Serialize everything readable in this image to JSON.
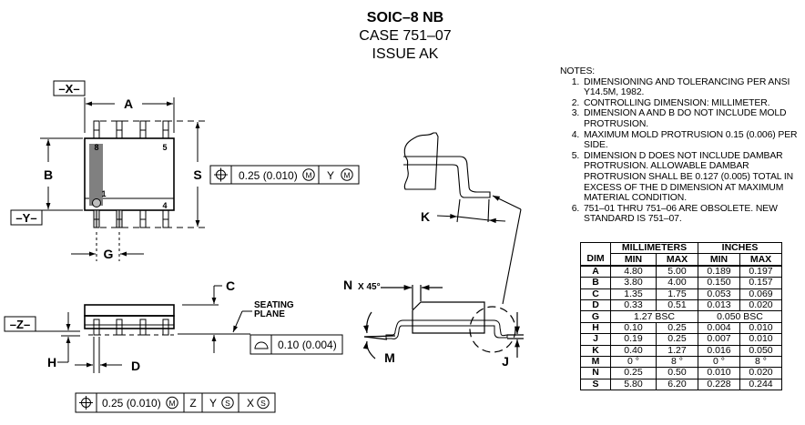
{
  "header": {
    "package": "SOIC–8 NB",
    "case": "CASE 751–07",
    "issue": "ISSUE AK"
  },
  "datums": {
    "x": "–X–",
    "y": "–Y–",
    "z": "–Z–"
  },
  "dimension_labels": {
    "a": "A",
    "b": "B",
    "c": "C",
    "d": "D",
    "g": "G",
    "h": "H",
    "j": "J",
    "k": "K",
    "m": "M",
    "n": "N",
    "s": "S",
    "n_chamfer": "X 45°"
  },
  "pin_labels": {
    "pin8": "8",
    "pin5": "5",
    "pin1": "1",
    "pin4": "4"
  },
  "seating_plane": {
    "line1": "SEATING",
    "line2": "PLANE"
  },
  "tolerance_frames": {
    "position_y": {
      "symbol": "position-icon",
      "value": "0.25 (0.010)",
      "modifier": "M",
      "datum": "Y",
      "datum_modifier": "M"
    },
    "flatness": {
      "symbol": "profile-icon",
      "value": "0.10 (0.004)"
    },
    "position_zyx": {
      "symbol": "position-icon",
      "value": "0.25 (0.010)",
      "modifier": "M",
      "datum1": "Z",
      "datum2": "Y",
      "datum2_modifier": "S",
      "datum3": "X",
      "datum3_modifier": "S"
    }
  },
  "notes": {
    "heading": "NOTES:",
    "items": [
      "DIMENSIONING AND TOLERANCING PER ANSI Y14.5M, 1982.",
      "CONTROLLING DIMENSION: MILLIMETER.",
      "DIMENSION A AND B DO NOT INCLUDE MOLD PROTRUSION.",
      "MAXIMUM MOLD PROTRUSION 0.15 (0.006) PER SIDE.",
      "DIMENSION D DOES NOT INCLUDE DAMBAR PROTRUSION. ALLOWABLE DAMBAR PROTRUSION SHALL BE 0.127 (0.005) TOTAL IN EXCESS OF THE D DIMENSION AT MAXIMUM MATERIAL CONDITION.",
      "751–01 THRU 751–06 ARE OBSOLETE. NEW STANDARD IS 751–07."
    ]
  },
  "table": {
    "group_headers": [
      "MILLIMETERS",
      "INCHES"
    ],
    "columns": [
      "DIM",
      "MIN",
      "MAX",
      "MIN",
      "MAX"
    ],
    "rows": [
      [
        "A",
        "4.80",
        "5.00",
        "0.189",
        "0.197"
      ],
      [
        "B",
        "3.80",
        "4.00",
        "0.150",
        "0.157"
      ],
      [
        "C",
        "1.35",
        "1.75",
        "0.053",
        "0.069"
      ],
      [
        "D",
        "0.33",
        "0.51",
        "0.013",
        "0.020"
      ],
      [
        "G",
        "1.27 BSC",
        "0.050 BSC"
      ],
      [
        "H",
        "0.10",
        "0.25",
        "0.004",
        "0.010"
      ],
      [
        "J",
        "0.19",
        "0.25",
        "0.007",
        "0.010"
      ],
      [
        "K",
        "0.40",
        "1.27",
        "0.016",
        "0.050"
      ],
      [
        "M",
        "0 °",
        "8 °",
        "0 °",
        "8 °"
      ],
      [
        "N",
        "0.25",
        "0.50",
        "0.010",
        "0.020"
      ],
      [
        "S",
        "5.80",
        "6.20",
        "0.228",
        "0.244"
      ]
    ]
  }
}
